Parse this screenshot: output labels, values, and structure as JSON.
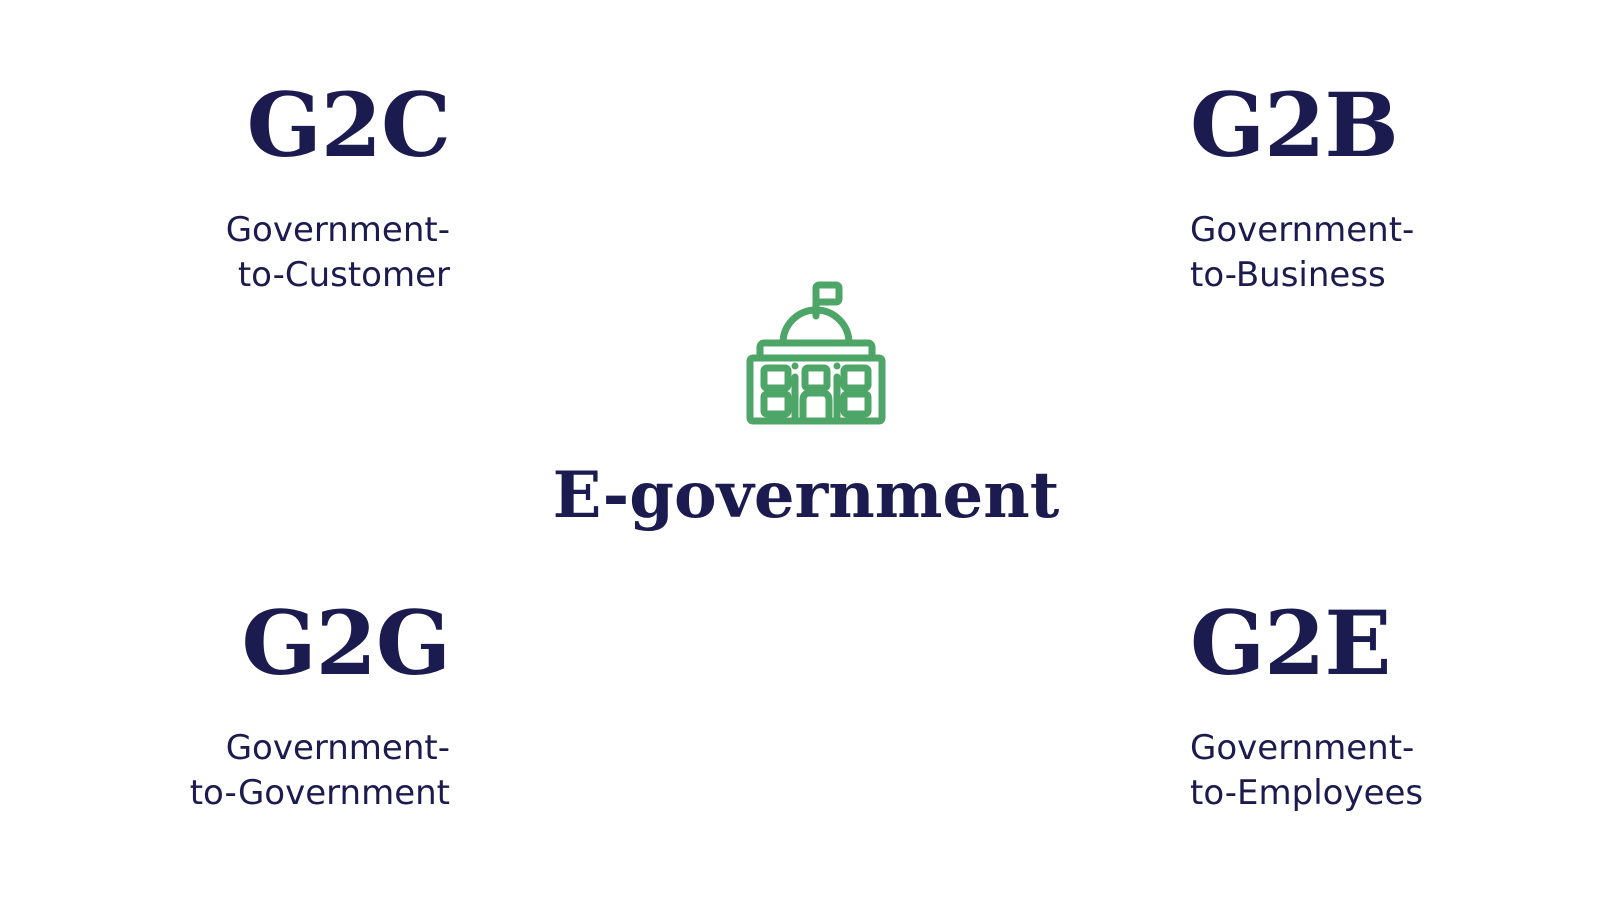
{
  "diagram": {
    "type": "cycle-quadrant-diagram",
    "center": {
      "title": "E-government",
      "icon": "government-building",
      "icon_color": "#4DA567",
      "title_color": "#1B1B4F"
    },
    "ring": {
      "gap_color": "#FFFFFF",
      "segments": [
        {
          "id": "top-left",
          "color": "#0B5EC4"
        },
        {
          "id": "top-right",
          "color": "#6CACF6"
        },
        {
          "id": "bottom",
          "color": "#0D3D7A"
        }
      ]
    },
    "labels": [
      {
        "abbr": "G2C",
        "line1": "Government-",
        "line2": "to-Customer"
      },
      {
        "abbr": "G2B",
        "line1": "Government-",
        "line2": "to-Business"
      },
      {
        "abbr": "G2G",
        "line1": "Government-",
        "line2": "to-Government"
      },
      {
        "abbr": "G2E",
        "line1": "Government-",
        "line2": "to-Employees"
      }
    ],
    "text_color": "#1B1B4F"
  }
}
